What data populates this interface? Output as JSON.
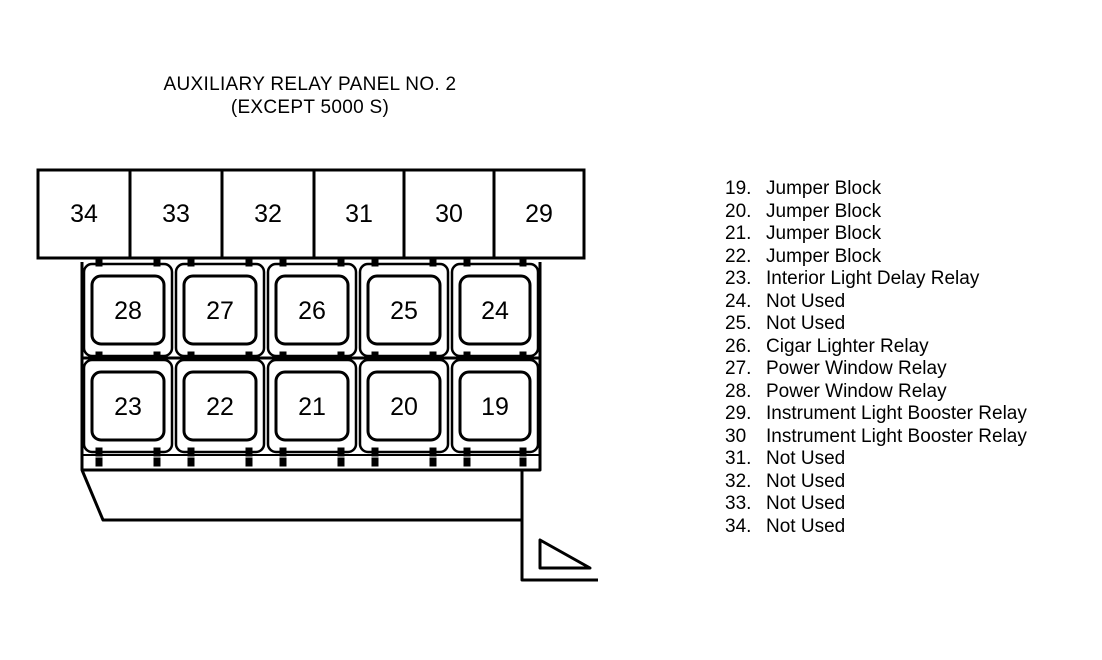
{
  "title": {
    "line1": "AUXILIARY RELAY PANEL NO. 2",
    "line2": "(EXCEPT 5000 S)"
  },
  "panel": {
    "top_row": [
      "34",
      "33",
      "32",
      "31",
      "30",
      "29"
    ],
    "upper_relays": [
      "28",
      "27",
      "26",
      "25",
      "24"
    ],
    "lower_relays": [
      "23",
      "22",
      "21",
      "20",
      "19"
    ]
  },
  "legend": [
    {
      "num": "19.",
      "label": "Jumper Block"
    },
    {
      "num": "20.",
      "label": "Jumper Block"
    },
    {
      "num": "21.",
      "label": "Jumper Block"
    },
    {
      "num": "22.",
      "label": "Jumper Block"
    },
    {
      "num": "23.",
      "label": "Interior Light Delay Relay"
    },
    {
      "num": "24.",
      "label": "Not Used"
    },
    {
      "num": "25.",
      "label": "Not Used"
    },
    {
      "num": "26.",
      "label": "Cigar Lighter Relay"
    },
    {
      "num": "27.",
      "label": "Power Window Relay"
    },
    {
      "num": "28.",
      "label": "Power Window Relay"
    },
    {
      "num": "29.",
      "label": "Instrument Light Booster Relay"
    },
    {
      "num": "30",
      "label": "Instrument Light Booster Relay"
    },
    {
      "num": "31.",
      "label": "Not Used"
    },
    {
      "num": "32.",
      "label": "Not Used"
    },
    {
      "num": "33.",
      "label": "Not Used"
    },
    {
      "num": "34.",
      "label": "Not Used"
    }
  ]
}
